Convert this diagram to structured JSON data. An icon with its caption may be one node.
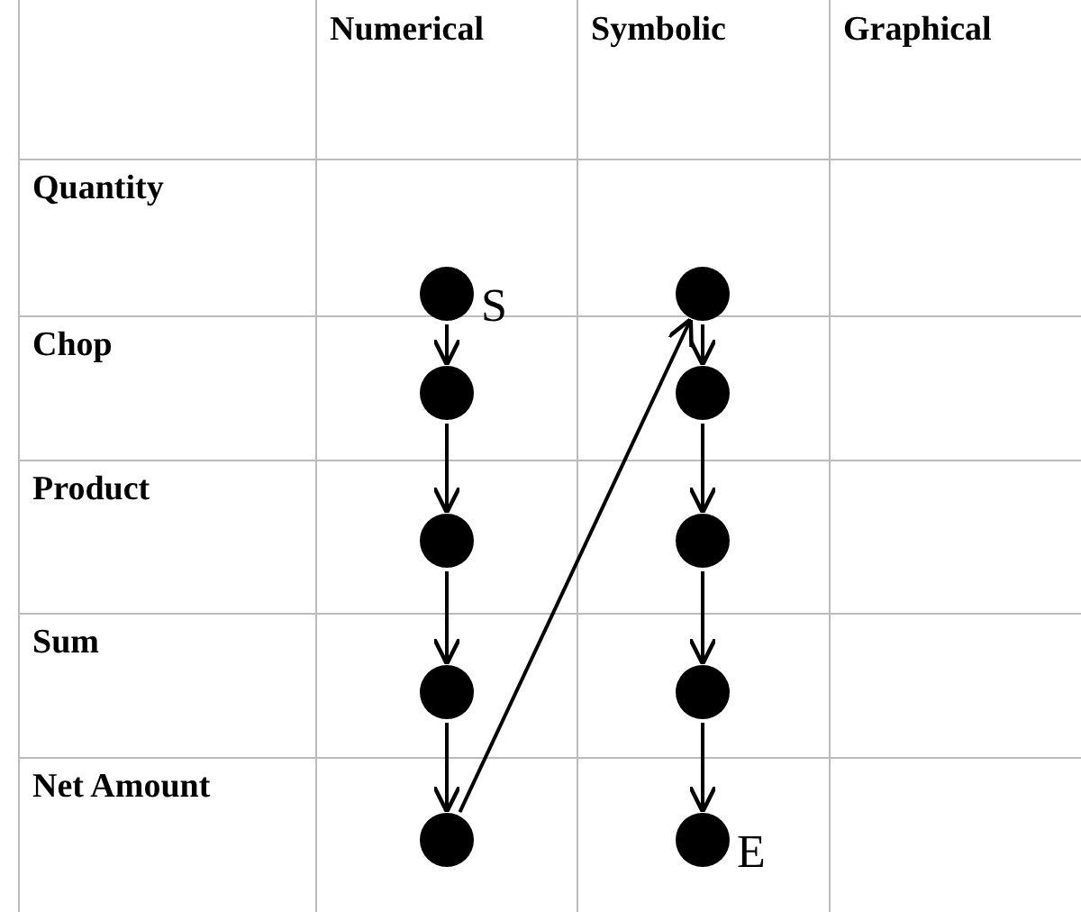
{
  "diagram": {
    "nodes": [
      {
        "text": [],
        "shape": "circle",
        "beside": [
          "S"
        ]
      },
      {
        "text": [],
        "shape": "circle"
      },
      {
        "text": [],
        "shape": "circle"
      },
      {
        "text": [],
        "shape": "circle"
      },
      {
        "text": [],
        "shape": "circle"
      },
      {
        "text": [],
        "shape": "circle"
      },
      {
        "text": [],
        "shape": "circle"
      },
      {
        "text": [],
        "shape": "circle"
      },
      {
        "text": [],
        "shape": "circle"
      },
      {
        "text": [],
        "shape": "circle",
        "beside": [
          "E"
        ]
      }
    ],
    "edges": [
      {
        "from": 0,
        "to": 1,
        "arrow": "to"
      },
      {
        "from": 1,
        "to": 2,
        "arrow": "to"
      },
      {
        "from": 2,
        "to": 3,
        "arrow": "to"
      },
      {
        "from": 3,
        "to": 4,
        "arrow": "to"
      },
      {
        "from": 4,
        "to": 5,
        "arrow": "to"
      },
      {
        "from": 5,
        "to": 6,
        "arrow": "to"
      },
      {
        "from": 6,
        "to": 7,
        "arrow": "to"
      },
      {
        "from": 7,
        "to": 8,
        "arrow": "to"
      },
      {
        "from": 8,
        "to": 9,
        "arrow": "to"
      }
    ],
    "labels": [
      "Numerical",
      "Symbolic",
      "Graphical",
      "Quantity",
      "Chop",
      "Product",
      "Sum",
      "Net Amount"
    ]
  }
}
